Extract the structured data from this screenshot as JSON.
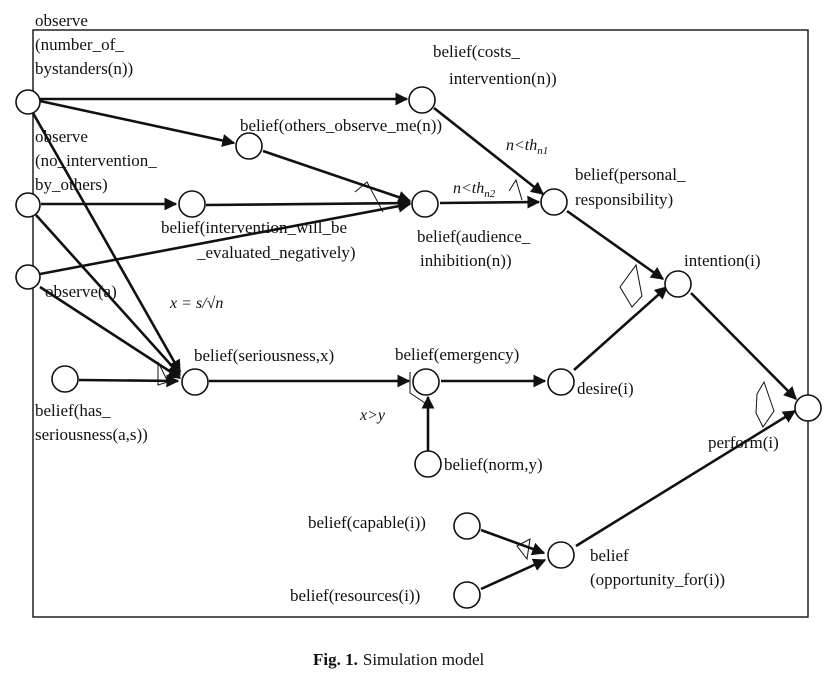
{
  "nodes": {
    "observe_bystanders": [
      "observe",
      "(number_of_",
      "bystanders(n))"
    ],
    "observe_no_intervention": [
      "observe",
      "(no_intervention_",
      "by_others)"
    ],
    "observe_a": [
      "observe(a)"
    ],
    "belief_has_seriousness": [
      "belief(has_",
      "seriousness(a,s))"
    ],
    "belief_costs": [
      "belief(costs_",
      "intervention(n))"
    ],
    "belief_others_observe": [
      "belief(others_observe_me(n))"
    ],
    "belief_evaluated": [
      "belief(intervention_will_be",
      "_evaluated_negatively)"
    ],
    "belief_audience": [
      "belief(audience_",
      "inhibition(n))"
    ],
    "belief_personal": [
      "belief(personal_",
      "responsibility)"
    ],
    "belief_seriousness": [
      "belief(seriousness,x)"
    ],
    "belief_emergency": [
      "belief(emergency)"
    ],
    "belief_norm": [
      "belief(norm,y)"
    ],
    "desire": [
      "desire(i)"
    ],
    "intention": [
      "intention(i)"
    ],
    "perform": [
      "perform(i)"
    ],
    "belief_capable": [
      "belief(capable(i))"
    ],
    "belief_resources": [
      "belief(resources(i))"
    ],
    "belief_opportunity": [
      "belief",
      "(opportunity_for(i))"
    ]
  },
  "conditions": {
    "n_th1": "n<th",
    "n_th1_sub": "n1",
    "n_th2": "n<th",
    "n_th2_sub": "n2",
    "x_formula": "x = s/√n",
    "x_gt_y": "x>y"
  },
  "caption": {
    "label": "Fig. 1.",
    "text": "Simulation model"
  }
}
